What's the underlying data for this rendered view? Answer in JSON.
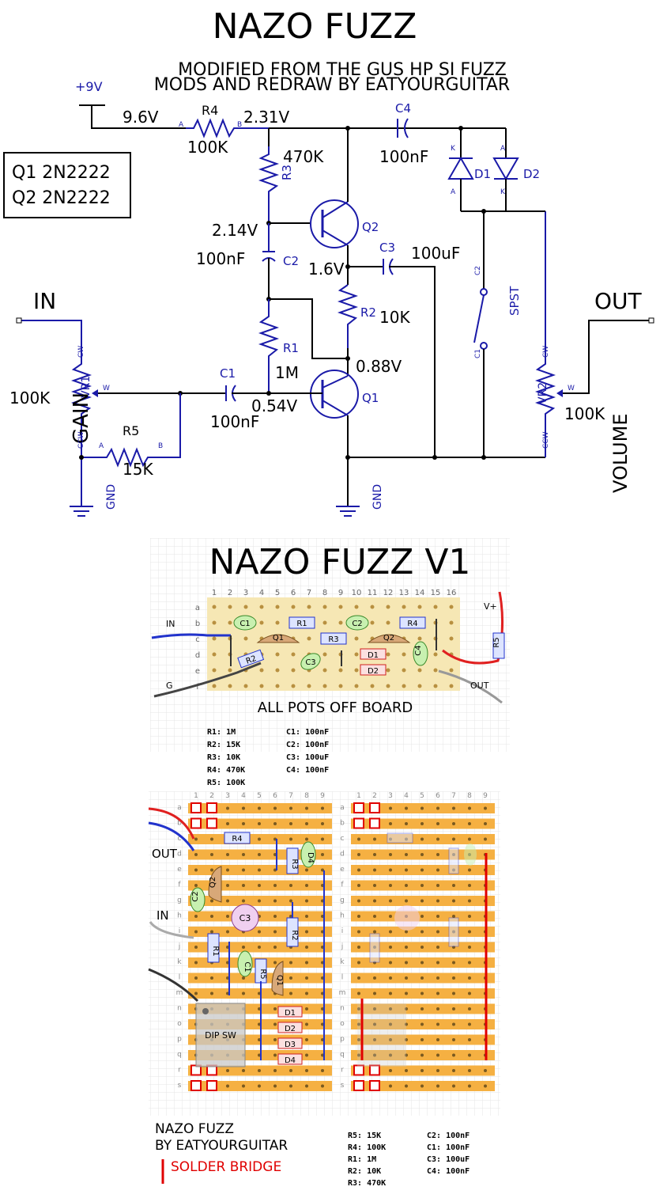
{
  "schematic": {
    "title": "NAZO FUZZ",
    "subtitle1": "MODIFIED FROM THE GUS HP SI FUZZ",
    "subtitle2": "MODS AND REDRAW BY EATYOURGUITAR",
    "supply": "+9V",
    "transistors": [
      "Q1 2N2222",
      "Q2 2N2222"
    ],
    "voltages": {
      "v_supply": "9.6V",
      "v_r4": "2.31V",
      "v_q2b": "2.14V",
      "v_q2e": "1.6V",
      "v_q1c": "0.88V",
      "v_q1b": "0.54V"
    },
    "components": {
      "r4": {
        "ref": "R4",
        "val": "100K"
      },
      "r3": {
        "ref": "R3",
        "val": "470K"
      },
      "r2": {
        "ref": "R2",
        "val": "10K"
      },
      "r1": {
        "ref": "R1",
        "val": "1M"
      },
      "r5": {
        "ref": "R5",
        "val": "15K"
      },
      "c1": {
        "ref": "C1",
        "val": "100nF"
      },
      "c2": {
        "ref": "C2",
        "val": "100nF"
      },
      "c3": {
        "ref": "C3",
        "val": "100uF"
      },
      "c4": {
        "ref": "C4",
        "val": "100nF"
      },
      "d1": "D1",
      "d2": "D2",
      "q1": "Q1",
      "q2": "Q2",
      "vr1": {
        "ref": "VR1",
        "val": "100K",
        "name": "GAIN"
      },
      "vr2": {
        "ref": "VR2",
        "val": "100K",
        "name": "VOLUME"
      },
      "sw": "SPST",
      "sw_c1": "C1",
      "sw_c2": "C2"
    },
    "pins": {
      "a": "A",
      "b": "B",
      "k": "K",
      "cw": "CW",
      "ccw": "CCW",
      "w": "W",
      "one": "1"
    },
    "io": {
      "in": "IN",
      "out": "OUT",
      "gnd": "GND"
    }
  },
  "layout1": {
    "title": "NAZO FUZZ V1",
    "cols": [
      "1",
      "2",
      "3",
      "4",
      "5",
      "6",
      "7",
      "8",
      "9",
      "10",
      "11",
      "12",
      "13",
      "14",
      "15",
      "16"
    ],
    "rows": [
      "a",
      "b",
      "c",
      "d",
      "e",
      "f"
    ],
    "parts": {
      "c1": "C1",
      "r1": "R1",
      "c2": "C2",
      "r4": "R4",
      "q1": "Q1",
      "r3": "R3",
      "q2": "Q2",
      "d1": "D1",
      "d2": "D2",
      "r2": "R2",
      "c3": "C3",
      "c4": "C4",
      "r5": "R5"
    },
    "labels": {
      "in": "IN",
      "g": "G",
      "out": "OUT",
      "vplus": "V+"
    },
    "note": "ALL POTS OFF BOARD",
    "bom_r": [
      "R1: 1M",
      "R2: 15K",
      "R3: 10K",
      "R4: 470K",
      "R5: 100K"
    ],
    "bom_c": [
      "C1: 100nF",
      "C2: 100nF",
      "C3: 100uF",
      "C4: 100nF"
    ]
  },
  "layout2": {
    "cols": [
      "1",
      "2",
      "3",
      "4",
      "5",
      "6",
      "7",
      "8",
      "9"
    ],
    "rows": [
      "a",
      "b",
      "c",
      "d",
      "e",
      "f",
      "g",
      "h",
      "i",
      "j",
      "k",
      "l",
      "m",
      "n",
      "o",
      "p",
      "q",
      "r",
      "s"
    ],
    "parts": {
      "r4": "R4",
      "r3": "R3",
      "d4": "D4",
      "q2": "Q2",
      "c2": "C2",
      "c3": "C3",
      "r1": "R1",
      "r2": "R2",
      "c1": "C1",
      "r5": "R5",
      "q1": "Q1",
      "dip": "DIP SW",
      "d1": "D1",
      "d2": "D2",
      "d3": "D3",
      "d4b": "D4"
    },
    "labels": {
      "out": "OUT",
      "in": "IN"
    },
    "credit1": "NAZO FUZZ",
    "credit2": "BY EATYOURGUITAR",
    "legend": "SOLDER BRIDGE",
    "bom_r": [
      "R5: 15K",
      "R4: 100K",
      "R1: 1M",
      "R2: 10K",
      "R3: 470K"
    ],
    "bom_c": [
      "C2: 100nF",
      "C1: 100nF",
      "C3: 100uF",
      "C4: 100nF"
    ]
  },
  "colors": {
    "strip": "#f5b042",
    "wire_blue": "#2233cc",
    "wire_red": "#e02020",
    "bridge": "#e00000",
    "pink": "#f0c8d0"
  }
}
